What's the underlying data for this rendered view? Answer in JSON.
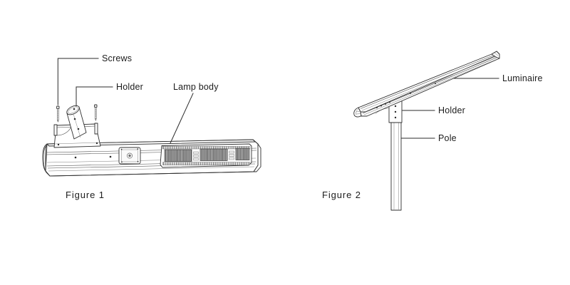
{
  "document": {
    "kind": "technical-line-drawing",
    "background_color": "#ffffff",
    "line_color": "#2f2f2f",
    "text_color": "#1c1c1c"
  },
  "figure1": {
    "caption": "Figure  1",
    "subject": "LED lamp body with pole-mount holder, exploded screw detail",
    "callouts": [
      {
        "id": "screws",
        "label": "Screws"
      },
      {
        "id": "holder",
        "label": "Holder"
      },
      {
        "id": "lamp_body",
        "label": "Lamp body"
      }
    ],
    "parts": {
      "screw_count": 2,
      "led_panel_count": 3,
      "sensor_box": "photocell-sensor",
      "housing": "extruded-aluminium-profile"
    }
  },
  "figure2": {
    "caption": "Figure  2",
    "subject": "Street light luminaire mounted on pole via holder bracket",
    "callouts": [
      {
        "id": "luminaire",
        "label": "Luminaire"
      },
      {
        "id": "holder",
        "label": "Holder"
      },
      {
        "id": "pole",
        "label": "Pole"
      }
    ],
    "parts": {
      "luminaire_tilt": "inclined",
      "holder": "bracket-with-gusset",
      "pole": "vertical-tube"
    }
  }
}
